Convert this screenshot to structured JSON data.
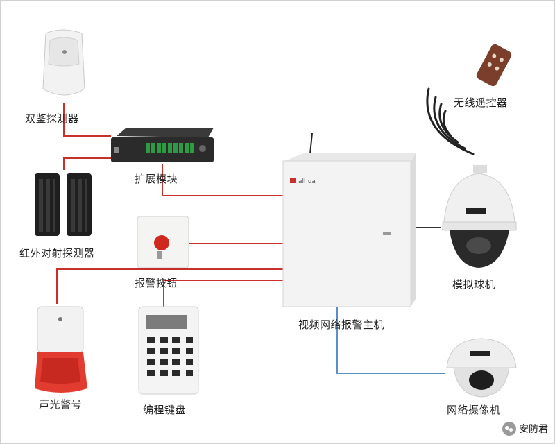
{
  "nodes": {
    "dual_detector": "双鉴探测器",
    "expansion_module": "扩展模块",
    "ir_beam_detector": "红外对射探测器",
    "alarm_button": "报警按钮",
    "strobe_siren": "声光警号",
    "keypad": "编程键盘",
    "alarm_host": "视频网络报警主机",
    "remote_control": "无线遥控器",
    "speed_dome": "模拟球机",
    "network_camera": "网络摄像机"
  },
  "brand": "alhua",
  "watermark": "安防君",
  "colors": {
    "wire_red": "#c8302c",
    "wire_blue": "#5a8fc8",
    "wire_dark": "#333333"
  }
}
